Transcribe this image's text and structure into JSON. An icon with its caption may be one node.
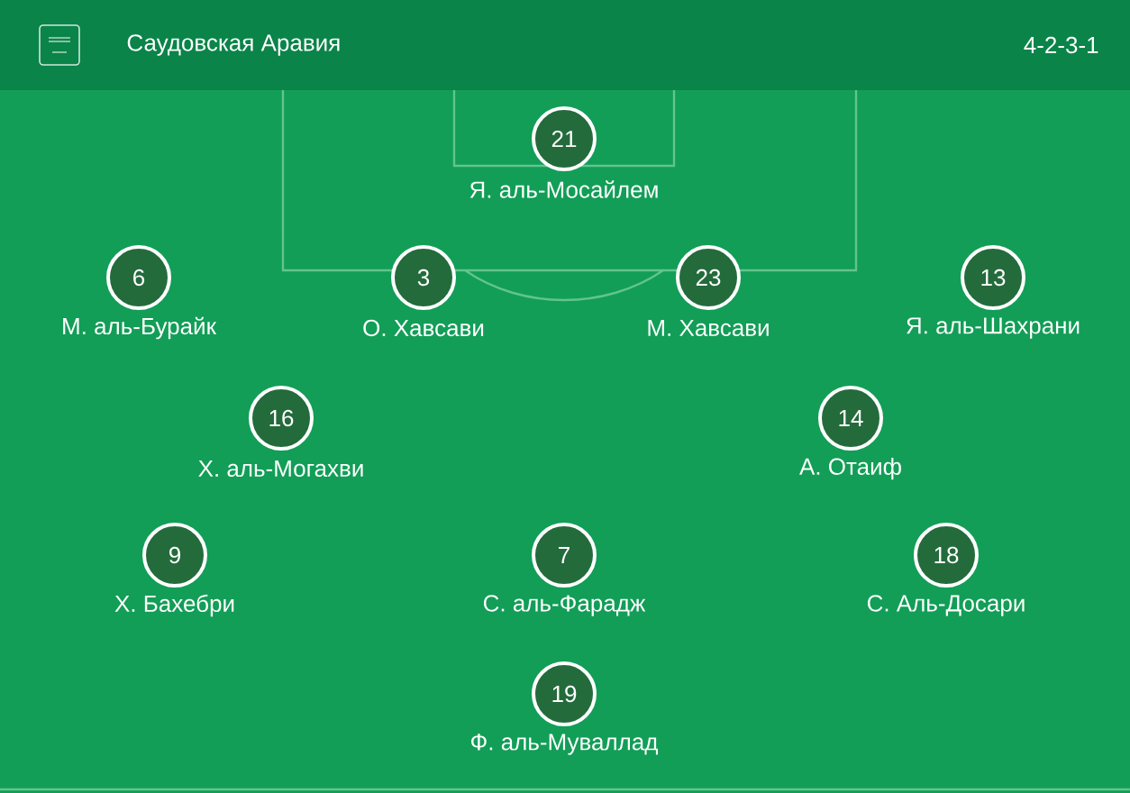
{
  "diagram": {
    "title": "Саудовская Аравия",
    "nodes": [
      {
        "text": [
          "21"
        ],
        "beside": [
          "Я. аль-Мосайлем"
        ]
      },
      {
        "text": [
          "6"
        ],
        "beside": [
          "М. аль-Бурайк"
        ]
      },
      {
        "text": [
          "3"
        ],
        "beside": [
          "О. Хавсави"
        ]
      },
      {
        "text": [
          "23"
        ],
        "beside": [
          "М. Хавсави"
        ]
      },
      {
        "text": [
          "13"
        ],
        "beside": [
          "Я. аль-Шахрани"
        ]
      },
      {
        "text": [
          "16"
        ],
        "beside": [
          "Х. аль-Могахви"
        ]
      },
      {
        "text": [
          "14"
        ],
        "beside": [
          "А. Отаиф"
        ]
      },
      {
        "text": [
          "9"
        ],
        "beside": [
          "Х. Бахебри"
        ]
      },
      {
        "text": [
          "7"
        ],
        "beside": [
          "С. аль-Фарадж"
        ]
      },
      {
        "text": [
          "18"
        ],
        "beside": [
          "С. Аль-Досари"
        ]
      },
      {
        "text": [
          "19"
        ],
        "beside": [
          "Ф. аль-Муваллад"
        ]
      }
    ],
    "labels": [
      "4-2-3-1"
    ]
  }
}
